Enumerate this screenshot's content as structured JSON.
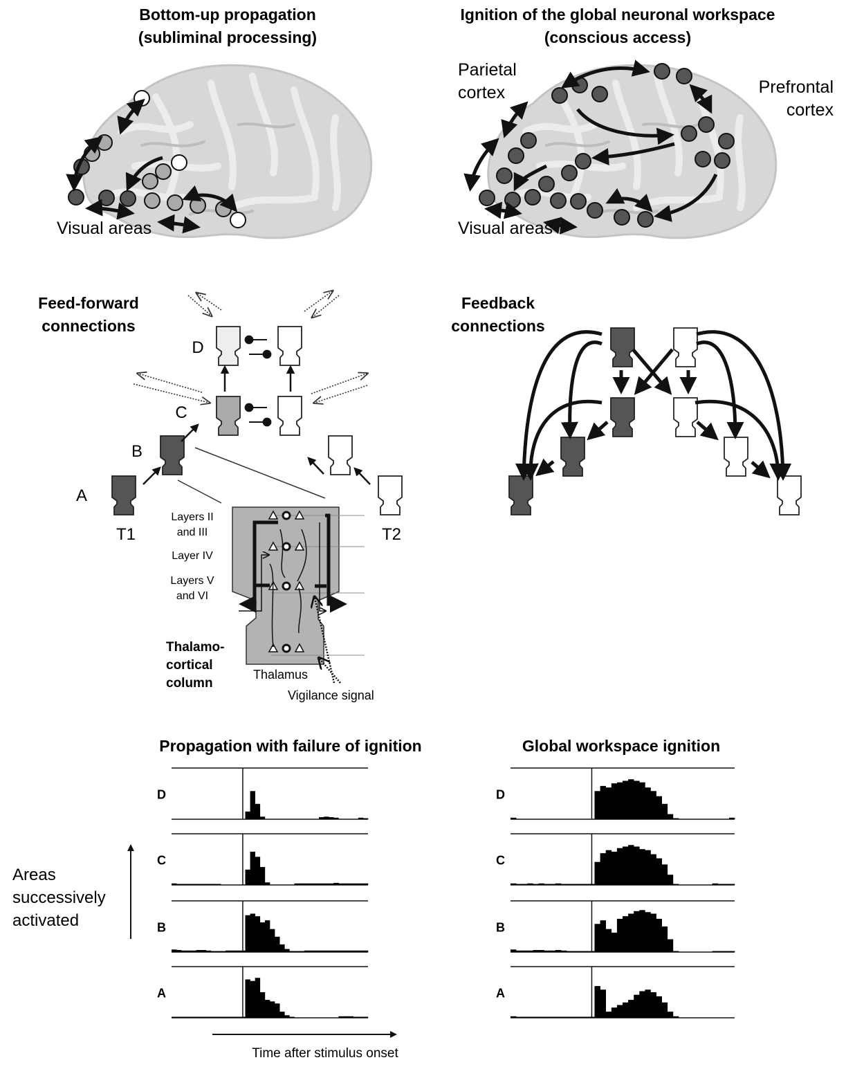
{
  "top_left": {
    "title_line1": "Bottom-up propagation",
    "title_line2": "(subliminal processing)",
    "label_visual": "Visual areas"
  },
  "top_right": {
    "title_line1": "Ignition of the global neuronal workspace",
    "title_line2": "(conscious access)",
    "label_parietal_1": "Parietal",
    "label_parietal_2": "cortex",
    "label_prefrontal_1": "Prefrontal",
    "label_prefrontal_2": "cortex",
    "label_visual": "Visual areas"
  },
  "feedforward": {
    "title_line1": "Feed-forward",
    "title_line2": "connections",
    "area_labels": [
      "A",
      "B",
      "C",
      "D"
    ],
    "target_labels": [
      "T1",
      "T2"
    ],
    "layer_labels": [
      "Layers II",
      "and III",
      "Layer IV",
      "Layers V",
      "and VI"
    ],
    "column_label": [
      "Thalamo-",
      "cortical",
      "column"
    ],
    "thalamus_label": "Thalamus",
    "vigilance_label": "Vigilance signal"
  },
  "feedback": {
    "title_line1": "Feedback",
    "title_line2": "connections"
  },
  "colors": {
    "active_dark": "#555555",
    "active_mid": "#aaaaaa",
    "active_light": "#eeeeee",
    "inactive": "#ffffff",
    "brain": "#d9d9d9",
    "column_fill": "#b3b3b3"
  },
  "bottom": {
    "y_axis_label": [
      "Areas",
      "successively",
      "activated"
    ],
    "x_axis_label": "Time after stimulus onset"
  },
  "chart_data": [
    {
      "type": "area",
      "title": "Propagation with failure of ignition",
      "xlabel": "Time after stimulus onset",
      "ylabel": "Areas successively activated",
      "panels": [
        "D",
        "C",
        "B",
        "A"
      ],
      "x_bins": 40,
      "onset_bin": 14,
      "series": [
        {
          "name": "D",
          "values": [
            0,
            0,
            0,
            0,
            0,
            0,
            0,
            0,
            0,
            0,
            0,
            0,
            0,
            0,
            0,
            0.15,
            0.55,
            0.3,
            0.05,
            0,
            0,
            0,
            0,
            0,
            0,
            0,
            0,
            0,
            0,
            0,
            0.04,
            0.05,
            0.04,
            0.03,
            0,
            0,
            0,
            0,
            0.03,
            0.02
          ]
        },
        {
          "name": "C",
          "values": [
            0.03,
            0.02,
            0.02,
            0.02,
            0.02,
            0.02,
            0.02,
            0.02,
            0.02,
            0.02,
            0,
            0,
            0,
            0,
            0,
            0.3,
            0.65,
            0.55,
            0.35,
            0.05,
            0,
            0,
            0,
            0,
            0,
            0.03,
            0.03,
            0.03,
            0.03,
            0.03,
            0.03,
            0.03,
            0.03,
            0.04,
            0.03,
            0.03,
            0.03,
            0.03,
            0.03,
            0.03
          ]
        },
        {
          "name": "B",
          "values": [
            0.05,
            0.04,
            0.03,
            0.03,
            0.03,
            0.04,
            0.04,
            0.03,
            0.02,
            0.02,
            0.02,
            0.03,
            0.03,
            0.03,
            0.03,
            0.72,
            0.75,
            0.7,
            0.58,
            0.62,
            0.45,
            0.3,
            0.15,
            0.06,
            0.02,
            0.02,
            0.02,
            0.03,
            0.03,
            0.03,
            0.03,
            0.03,
            0.03,
            0.03,
            0.03,
            0.03,
            0.03,
            0.03,
            0.03,
            0.03
          ]
        },
        {
          "name": "A",
          "values": [
            0.02,
            0.02,
            0.02,
            0.02,
            0.02,
            0.02,
            0.02,
            0.02,
            0.02,
            0.02,
            0.02,
            0.02,
            0.02,
            0.02,
            0.02,
            0.75,
            0.72,
            0.78,
            0.5,
            0.35,
            0.32,
            0.28,
            0.12,
            0.05,
            0.02,
            0,
            0,
            0,
            0,
            0,
            0,
            0,
            0,
            0,
            0.03,
            0.03,
            0.03,
            0.02,
            0.02,
            0.02
          ]
        }
      ]
    },
    {
      "type": "area",
      "title": "Global workspace ignition",
      "xlabel": "Time after stimulus onset",
      "ylabel": "Areas successively activated",
      "panels": [
        "D",
        "C",
        "B",
        "A"
      ],
      "x_bins": 40,
      "onset_bin": 14,
      "series": [
        {
          "name": "D",
          "values": [
            0.03,
            0,
            0,
            0,
            0,
            0,
            0,
            0,
            0,
            0,
            0,
            0,
            0,
            0,
            0,
            0.55,
            0.65,
            0.62,
            0.7,
            0.72,
            0.75,
            0.78,
            0.75,
            0.72,
            0.62,
            0.55,
            0.45,
            0.3,
            0.1,
            0.02,
            0,
            0,
            0,
            0,
            0,
            0,
            0,
            0,
            0,
            0.03
          ]
        },
        {
          "name": "C",
          "values": [
            0.03,
            0.02,
            0.02,
            0.03,
            0.02,
            0.03,
            0.02,
            0.02,
            0.03,
            0.02,
            0.02,
            0.02,
            0.02,
            0.02,
            0.02,
            0.45,
            0.62,
            0.68,
            0.65,
            0.72,
            0.75,
            0.78,
            0.75,
            0.7,
            0.68,
            0.6,
            0.52,
            0.4,
            0.2,
            0.02,
            0,
            0,
            0,
            0,
            0,
            0,
            0.03,
            0.02,
            0.02,
            0.02
          ]
        },
        {
          "name": "B",
          "values": [
            0.05,
            0.03,
            0.03,
            0.03,
            0.04,
            0.04,
            0.03,
            0.03,
            0.04,
            0.03,
            0.02,
            0.02,
            0.02,
            0.02,
            0.02,
            0.55,
            0.62,
            0.45,
            0.38,
            0.65,
            0.7,
            0.75,
            0.8,
            0.82,
            0.78,
            0.75,
            0.65,
            0.5,
            0.25,
            0.02,
            0,
            0,
            0,
            0,
            0,
            0,
            0.02,
            0.02,
            0.02,
            0.02
          ]
        },
        {
          "name": "A",
          "values": [
            0.03,
            0.02,
            0.02,
            0.02,
            0.02,
            0.02,
            0.02,
            0.02,
            0.02,
            0.02,
            0.02,
            0.02,
            0.02,
            0.02,
            0.02,
            0.62,
            0.55,
            0.12,
            0.2,
            0.25,
            0.3,
            0.35,
            0.45,
            0.52,
            0.55,
            0.5,
            0.42,
            0.3,
            0.12,
            0.03,
            0,
            0,
            0,
            0,
            0,
            0,
            0,
            0,
            0,
            0
          ]
        }
      ]
    }
  ]
}
